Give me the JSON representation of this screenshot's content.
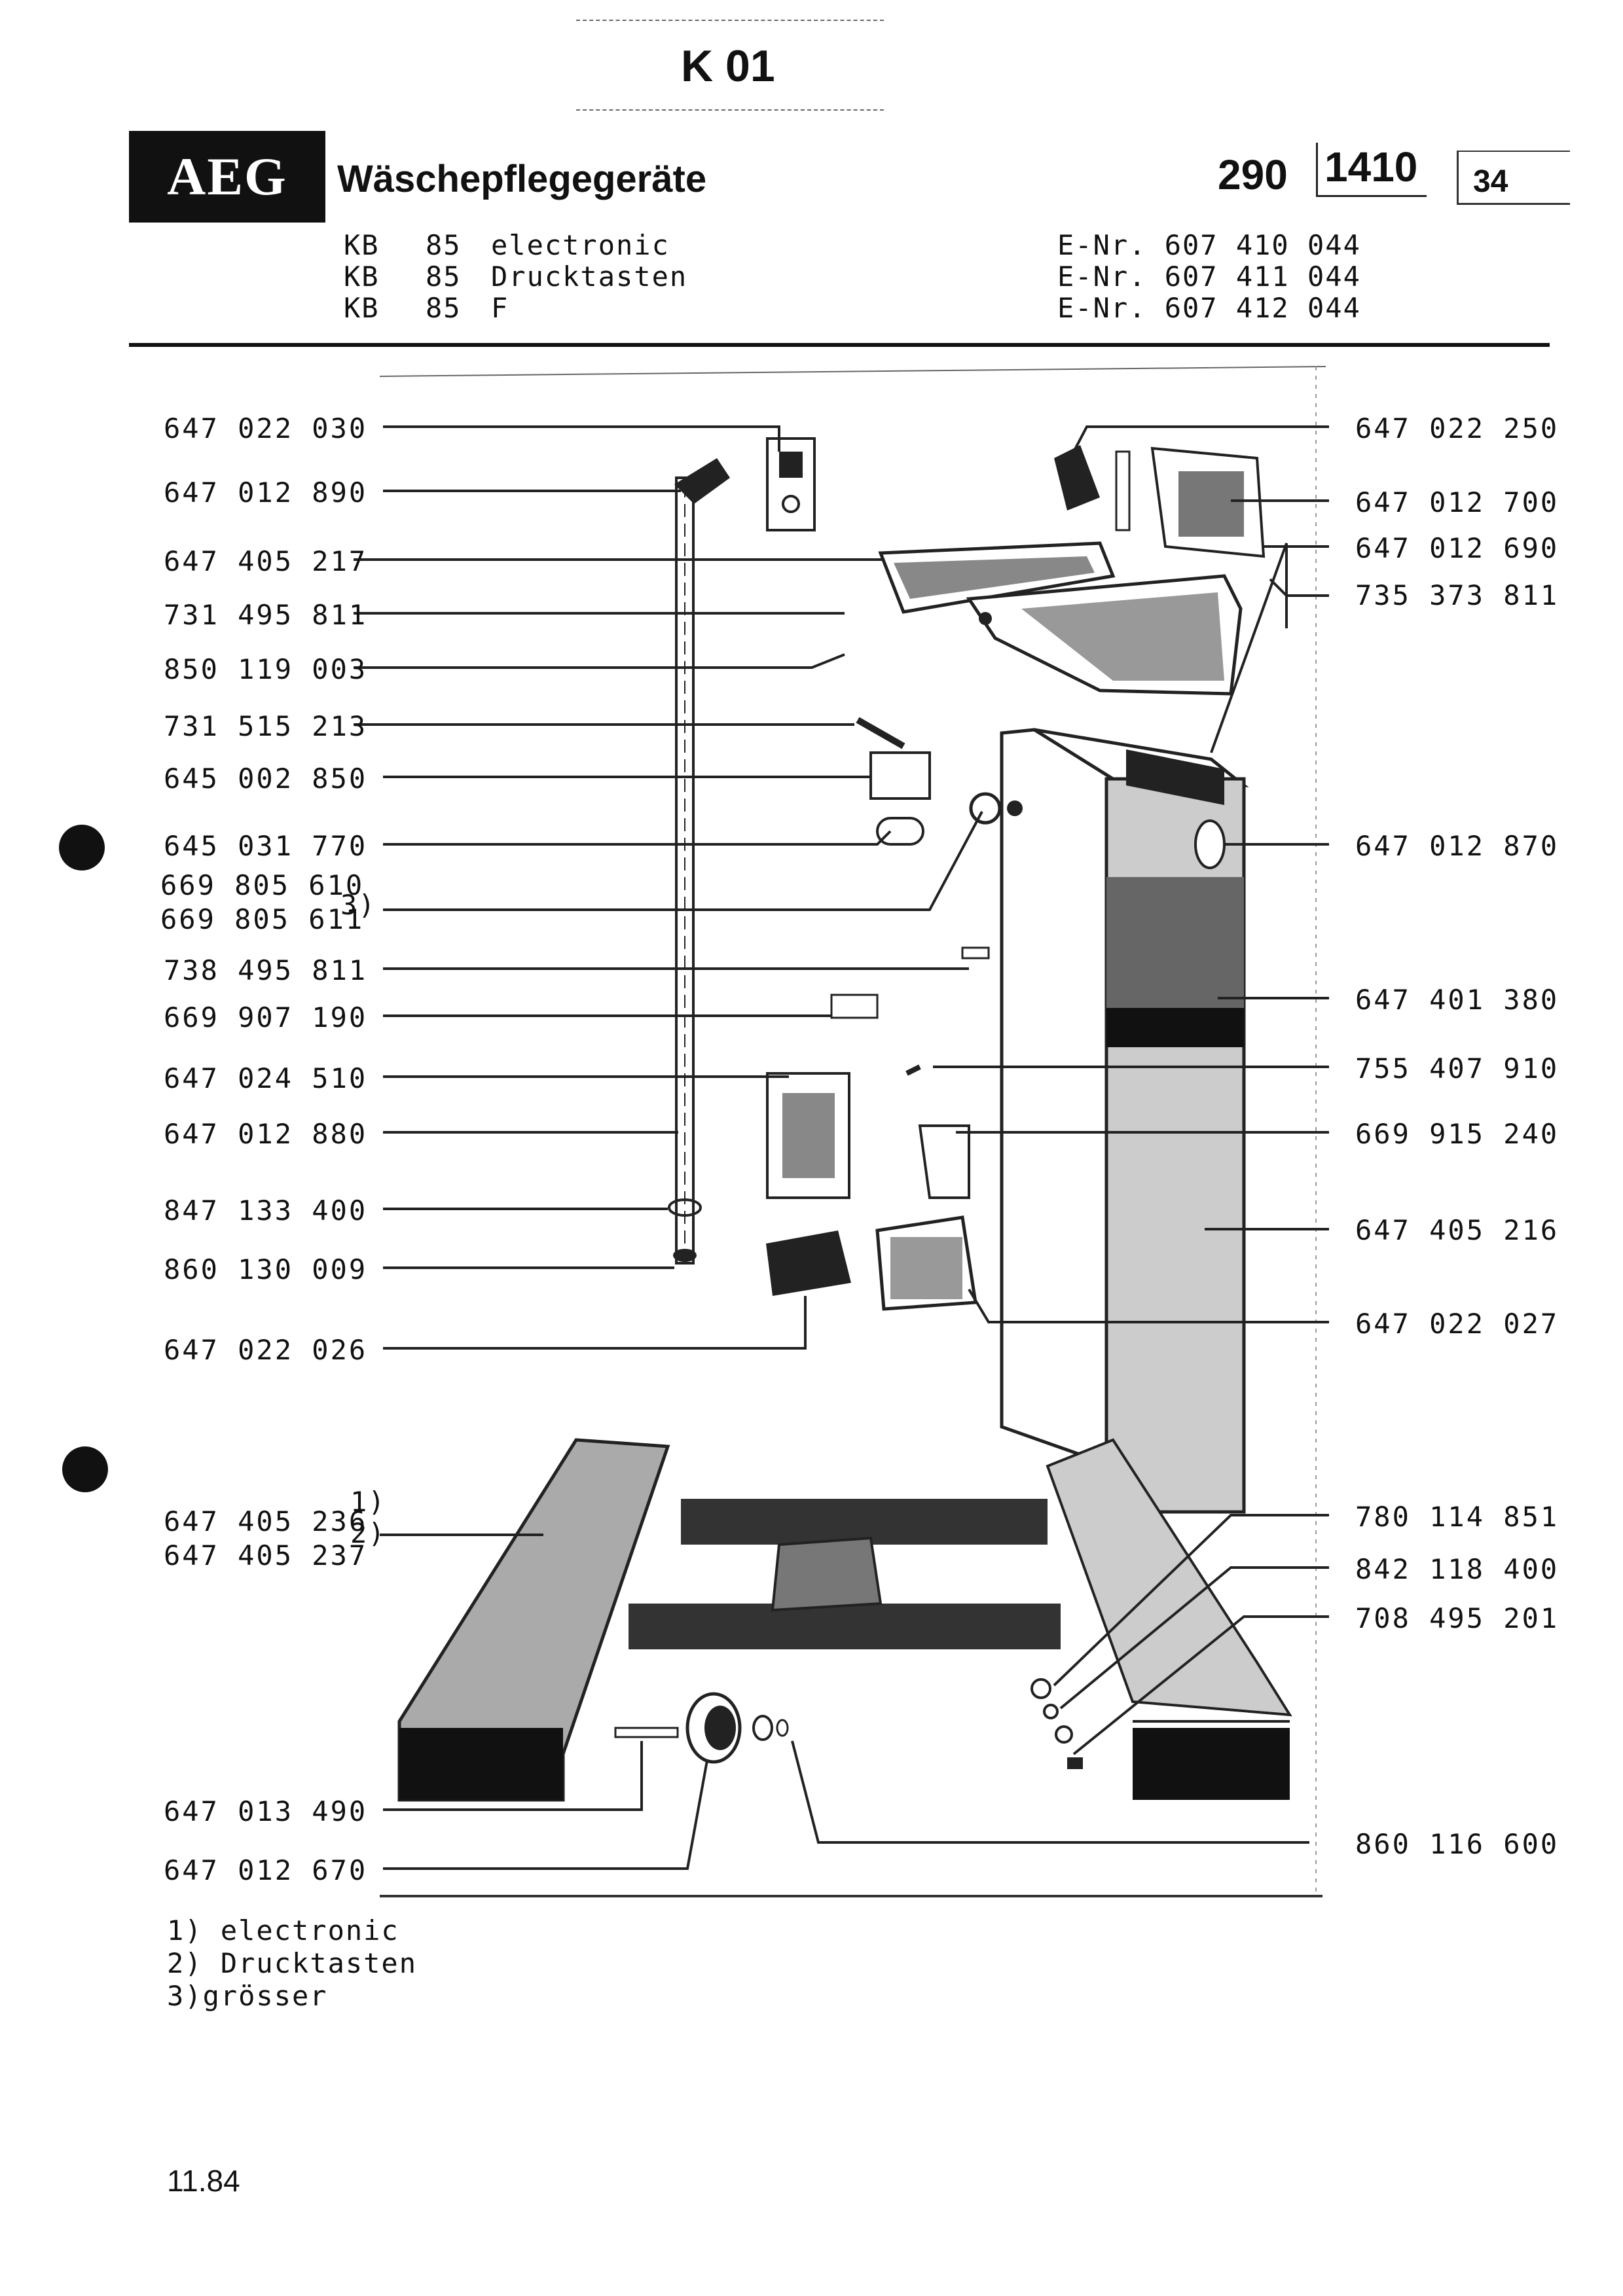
{
  "header": {
    "section_code": "K 01",
    "brand": "AEG",
    "title": "Wäschepflegegeräte",
    "doc_number": "290",
    "doc_subnumber": "1410",
    "page_number": "34"
  },
  "models": [
    {
      "type": "KB",
      "size": "85",
      "variant": "electronic",
      "enr": "E-Nr. 607 410 044"
    },
    {
      "type": "KB",
      "size": "85",
      "variant": "Drucktasten",
      "enr": "E-Nr. 607 411 044"
    },
    {
      "type": "KB",
      "size": "85",
      "variant": "F",
      "enr": "E-Nr. 607 412 044"
    }
  ],
  "parts_left": [
    "647 022 030",
    "647 012 890",
    "647 405 217",
    "731 495 811",
    "850 119 003",
    "731 515 213",
    "645 002 850",
    "645 031 770",
    "669 805 610",
    "669 805 611",
    "738 495 811",
    "669 907 190",
    "647 024 510",
    "647 012 880",
    "847 133 400",
    "860 130 009",
    "647 022 026",
    "647 405 236",
    "647 405 237",
    "647 013 490",
    "647 012 670"
  ],
  "parts_right": [
    "647 022 250",
    "647 012 700",
    "647 012 690",
    "735 373 811",
    "647 012 870",
    "647 401 380",
    "755 407 910",
    "669 915 240",
    "647 405 216",
    "647 022 027",
    "780 114 851",
    "842 118 400",
    "708 495 201",
    "860 116 600"
  ],
  "footnote_marks": {
    "m1": "1)",
    "m2": "2)",
    "m3": "3)"
  },
  "footnotes": [
    "1) electronic",
    "2) Drucktasten",
    "3)grösser"
  ],
  "date": "11.84"
}
